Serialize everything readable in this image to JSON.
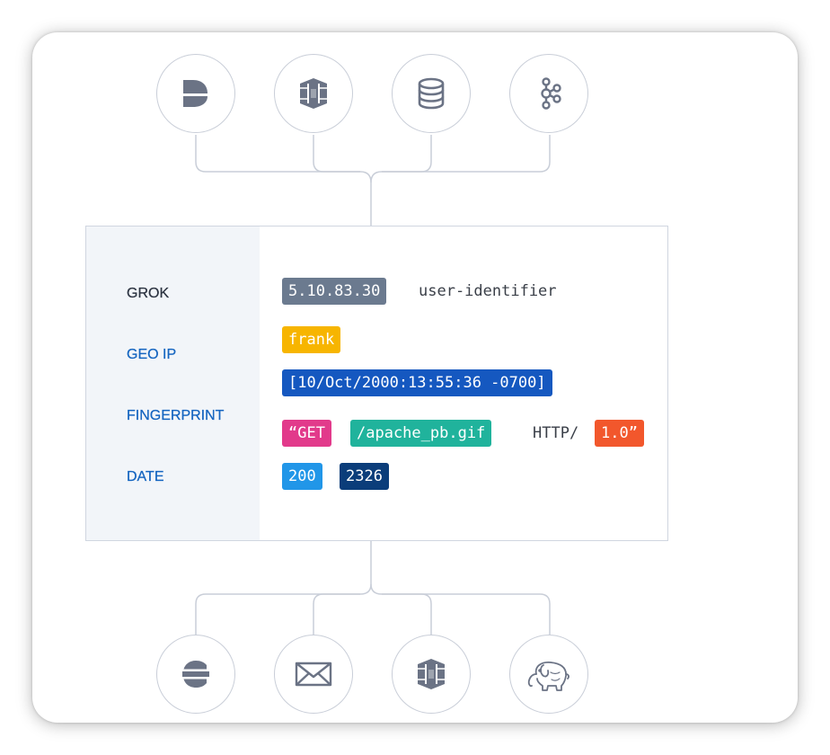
{
  "colors": {
    "line": "#c9ced8",
    "icon": "#6b7385",
    "grok_label": "#2d3442",
    "link_label": "#1565c0",
    "tok_grey": "#6b7a8f",
    "tok_yellow": "#f7b500",
    "tok_blue": "#1558c0",
    "tok_pink": "#e23a8b",
    "tok_teal": "#20b39c",
    "tok_orange": "#f2572c",
    "tok_lightblue": "#2196e8",
    "tok_navy": "#0b3d7a"
  },
  "inputs": [
    {
      "icon": "beats-icon"
    },
    {
      "icon": "aws-s3-icon"
    },
    {
      "icon": "database-icon"
    },
    {
      "icon": "kafka-icon"
    }
  ],
  "outputs": [
    {
      "icon": "elasticsearch-icon"
    },
    {
      "icon": "mail-icon"
    },
    {
      "icon": "aws-s3-icon"
    },
    {
      "icon": "hadoop-elephant-icon"
    }
  ],
  "filters": {
    "grok": "GROK",
    "geoip": "GEO IP",
    "fingerprint": "FINGERPRINT",
    "date": "DATE"
  },
  "log": {
    "ip": "5.10.83.30",
    "user_identifier": "user-identifier",
    "user": "frank",
    "timestamp": "[10/Oct/2000:13:55:36 -0700]",
    "method": "“GET",
    "path": "/apache_pb.gif",
    "http": "HTTP/",
    "version": "1.0”",
    "status": "200",
    "bytes": "2326"
  }
}
